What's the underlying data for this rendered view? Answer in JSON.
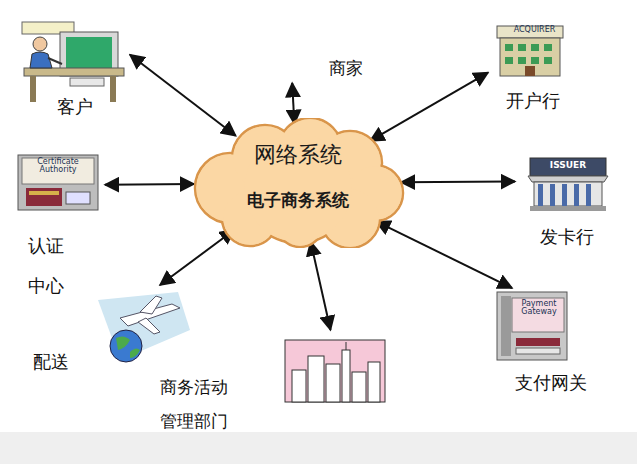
{
  "diagram": {
    "nodes": [
      {
        "text": [
          "客户"
        ]
      },
      {
        "text": [
          "商家"
        ]
      },
      {
        "text": [
          "ACQUIRER",
          "开户行"
        ]
      },
      {
        "text": [
          "网络系统",
          "电子商务系统"
        ]
      },
      {
        "text": [
          "Certificate Authority",
          "认证中心"
        ]
      },
      {
        "text": [
          "ISSUER",
          "发卡行"
        ]
      },
      {
        "text": [
          "配送"
        ]
      },
      {
        "text": [
          "商务活动 管理部门"
        ]
      },
      {
        "text": [
          "Payment Gateway",
          "支付网关"
        ]
      }
    ],
    "edges": [
      {
        "from": 3,
        "to": 0,
        "arrow": "both"
      },
      {
        "from": 3,
        "to": 1,
        "arrow": "both"
      },
      {
        "from": 3,
        "to": 2,
        "arrow": "both"
      },
      {
        "from": 3,
        "to": 4,
        "arrow": "both"
      },
      {
        "from": 3,
        "to": 5,
        "arrow": "both"
      },
      {
        "from": 3,
        "to": 6,
        "arrow": "both"
      },
      {
        "from": 3,
        "to": 7,
        "arrow": "both"
      },
      {
        "from": 3,
        "to": 8,
        "arrow": "both"
      }
    ]
  }
}
